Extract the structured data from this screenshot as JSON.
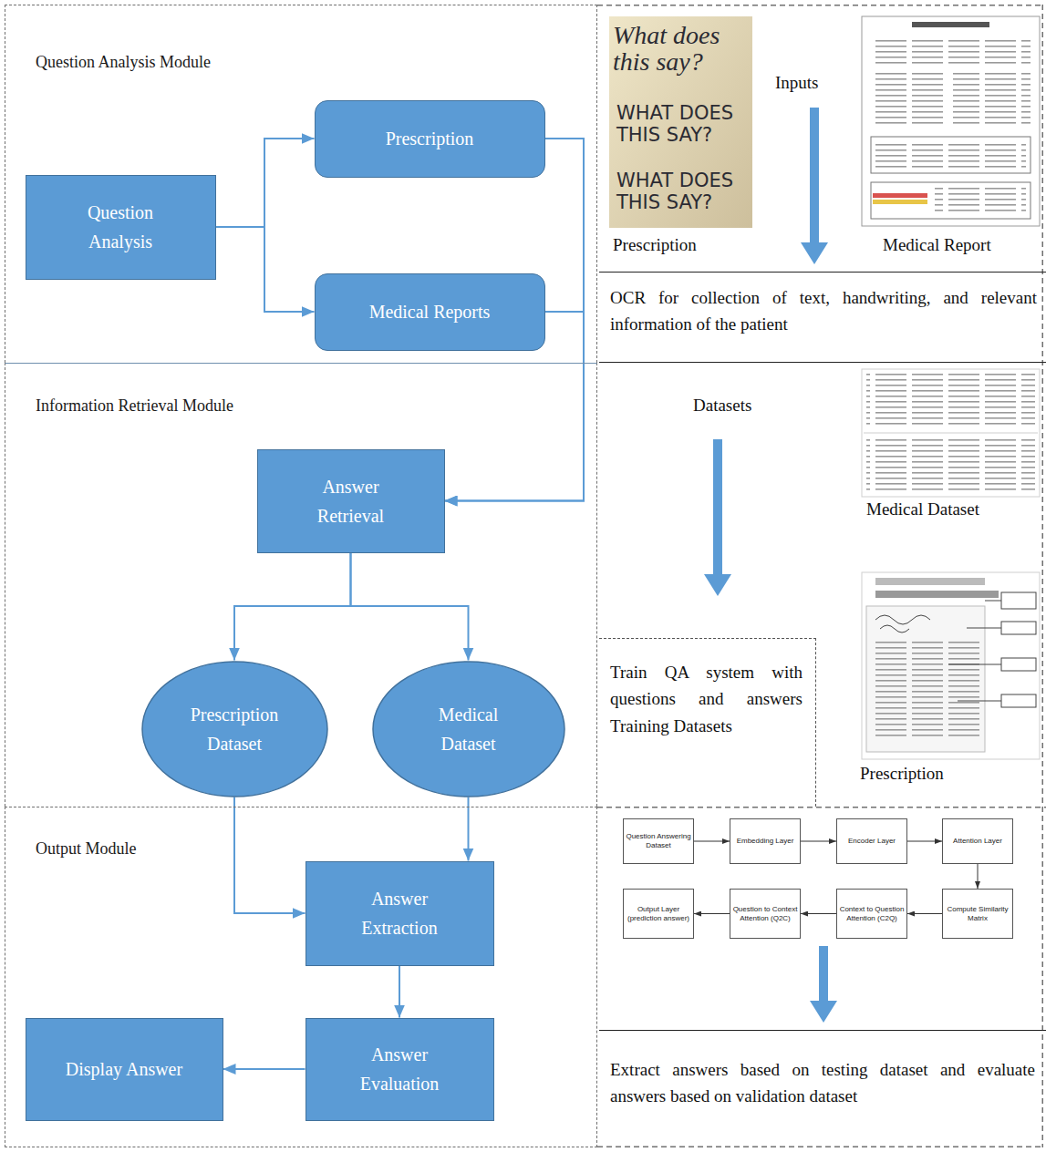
{
  "diagram": {
    "nodes": [
      {
        "text": [
          "Question Analysis Module"
        ]
      },
      {
        "text": [
          "Question Analysis"
        ],
        "in": 0
      },
      {
        "text": [
          "Prescription"
        ],
        "in": 0
      },
      {
        "text": [
          "Medical Reports"
        ],
        "in": 0
      },
      {
        "text": [
          "Information Retrieval Module"
        ]
      },
      {
        "text": [
          "Answer Retrieval"
        ],
        "in": 4
      },
      {
        "text": [
          "Prescription Dataset"
        ],
        "in": 4
      },
      {
        "text": [
          "Medical Dataset"
        ],
        "in": 4
      },
      {
        "text": [
          "Output Module"
        ]
      },
      {
        "text": [
          "Answer Extraction"
        ],
        "in": 8
      },
      {
        "text": [
          "Answer Evaluation"
        ],
        "in": 8
      },
      {
        "text": [
          "Display Answer"
        ],
        "in": 8
      },
      {
        "text": [
          "OCR for collection of text, handwriting, and relevant information of the patient"
        ]
      },
      {
        "text": [
          "Train QA system with questions and answers Training Datasets"
        ]
      },
      {
        "text": [
          "Question Answering Dataset"
        ]
      },
      {
        "text": [
          "Embedding Layer"
        ]
      },
      {
        "text": [
          "Encoder Layer"
        ]
      },
      {
        "text": [
          "Attention Layer"
        ]
      },
      {
        "text": [
          "Compute Similarity Matrix"
        ]
      },
      {
        "text": [
          "Context to Question Attention (C2Q)"
        ]
      },
      {
        "text": [
          "Question to Context Attention (Q2C)"
        ]
      },
      {
        "text": [
          "Output Layer (prediction answer)"
        ]
      },
      {
        "text": [
          "Extract answers based on testing dataset and evaluate answers based on validation dataset"
        ]
      }
    ],
    "edges": [
      {
        "from": 1,
        "to": 2,
        "arrow": "to"
      },
      {
        "from": 1,
        "to": 3,
        "arrow": "to"
      },
      {
        "from": 2,
        "to": 5,
        "arrow": "to"
      },
      {
        "from": 3,
        "to": 5,
        "arrow": "to"
      },
      {
        "from": 5,
        "to": 6,
        "arrow": "to"
      },
      {
        "from": 5,
        "to": 7,
        "arrow": "to"
      },
      {
        "from": 6,
        "to": 9,
        "arrow": "to"
      },
      {
        "from": 7,
        "to": 9,
        "arrow": "to"
      },
      {
        "from": 9,
        "to": 10,
        "arrow": "to"
      },
      {
        "from": 10,
        "to": 11,
        "arrow": "to"
      },
      {
        "from": 14,
        "to": 15,
        "arrow": "to"
      },
      {
        "from": 15,
        "to": 16,
        "arrow": "to"
      },
      {
        "from": 16,
        "to": 17,
        "arrow": "to"
      },
      {
        "from": 17,
        "to": 18,
        "arrow": "to"
      },
      {
        "from": 18,
        "to": 19,
        "arrow": "to"
      },
      {
        "from": 19,
        "to": 20,
        "arrow": "to"
      },
      {
        "from": 20,
        "to": 21,
        "arrow": "to"
      }
    ],
    "labels": [
      "What does this say?",
      "WHAT DOES THIS SAY?",
      "WHAT DOES THIS SAY?",
      "Prescription",
      "Inputs",
      "Medical Report",
      "Datasets",
      "Medical Dataset",
      "Prescription"
    ]
  }
}
